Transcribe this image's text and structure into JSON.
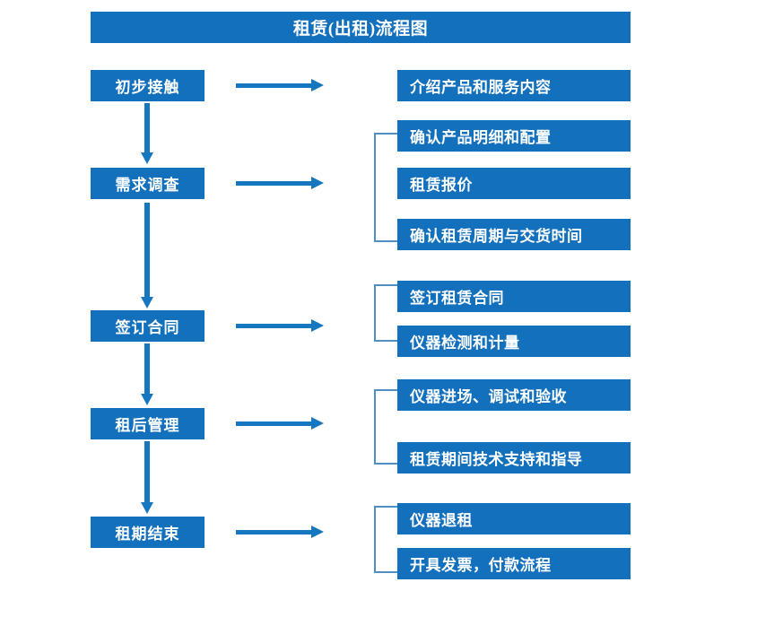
{
  "chart_data": {
    "type": "diagram",
    "title": "租赁(出租)流程图",
    "diagram_kind": "flowchart",
    "orientation": "top-to-bottom with right branches",
    "stages": [
      {
        "label": "初步接触",
        "details": [
          "介绍产品和服务内容"
        ],
        "has_bracket": false
      },
      {
        "label": "需求调查",
        "details": [
          "确认产品明细和配置",
          "租赁报价",
          "确认租赁周期与交货时间"
        ],
        "has_bracket": true
      },
      {
        "label": "签订合同",
        "details": [
          "签订租赁合同",
          "仪器检测和计量"
        ],
        "has_bracket": true
      },
      {
        "label": "租后管理",
        "details": [
          "仪器进场、调试和验收",
          "租赁期间技术支持和指导"
        ],
        "has_bracket": true
      },
      {
        "label": "租期结束",
        "details": [
          "仪器退租",
          "开具发票，付款流程"
        ],
        "has_bracket": true
      }
    ]
  },
  "title": {
    "text": "租赁(出租)流程图"
  },
  "stages": [
    {
      "label": "初步接触"
    },
    {
      "label": "需求调查"
    },
    {
      "label": "签订合同"
    },
    {
      "label": "租后管理"
    },
    {
      "label": "租期结束"
    }
  ],
  "details": {
    "d0": "介绍产品和服务内容",
    "d1": "确认产品明细和配置",
    "d2": "租赁报价",
    "d3": "确认租赁周期与交货时间",
    "d4": "签订租赁合同",
    "d5": "仪器检测和计量",
    "d6": "仪器进场、调试和验收",
    "d7": "租赁期间技术支持和指导",
    "d8": "仪器退租",
    "d9": "开具发票，付款流程"
  },
  "colors": {
    "box_fill": "#1270bd",
    "arrow": "#1477c0",
    "bracket": "#4f8fc4",
    "text": "#ffffff",
    "background": "#ffffff"
  }
}
